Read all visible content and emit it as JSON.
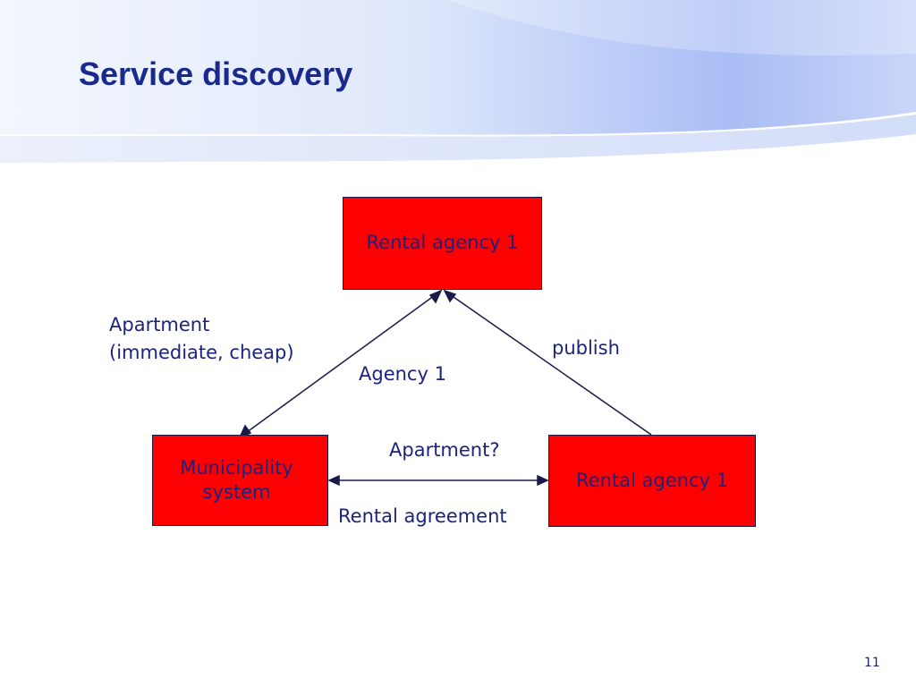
{
  "slide": {
    "title": "Service discovery",
    "page_number": "11"
  },
  "diagram": {
    "nodes": {
      "top": {
        "label": "Rental agency 1"
      },
      "left": {
        "line1": "Municipality",
        "line2": "system"
      },
      "right": {
        "label": "Rental agency 1"
      }
    },
    "labels": {
      "apartment": "Apartment",
      "apartment_detail": "(immediate, cheap)",
      "agency": "Agency 1",
      "publish": "publish",
      "apartment_query": "Apartment?",
      "rental_agreement": "Rental agreement"
    }
  },
  "colors": {
    "title": "#1a2a8c",
    "text": "#1a237e",
    "box_fill": "#ff0000",
    "line": "#1a1a4a",
    "header_light": "#e6edfb",
    "header_mid": "#a9bdf5"
  }
}
